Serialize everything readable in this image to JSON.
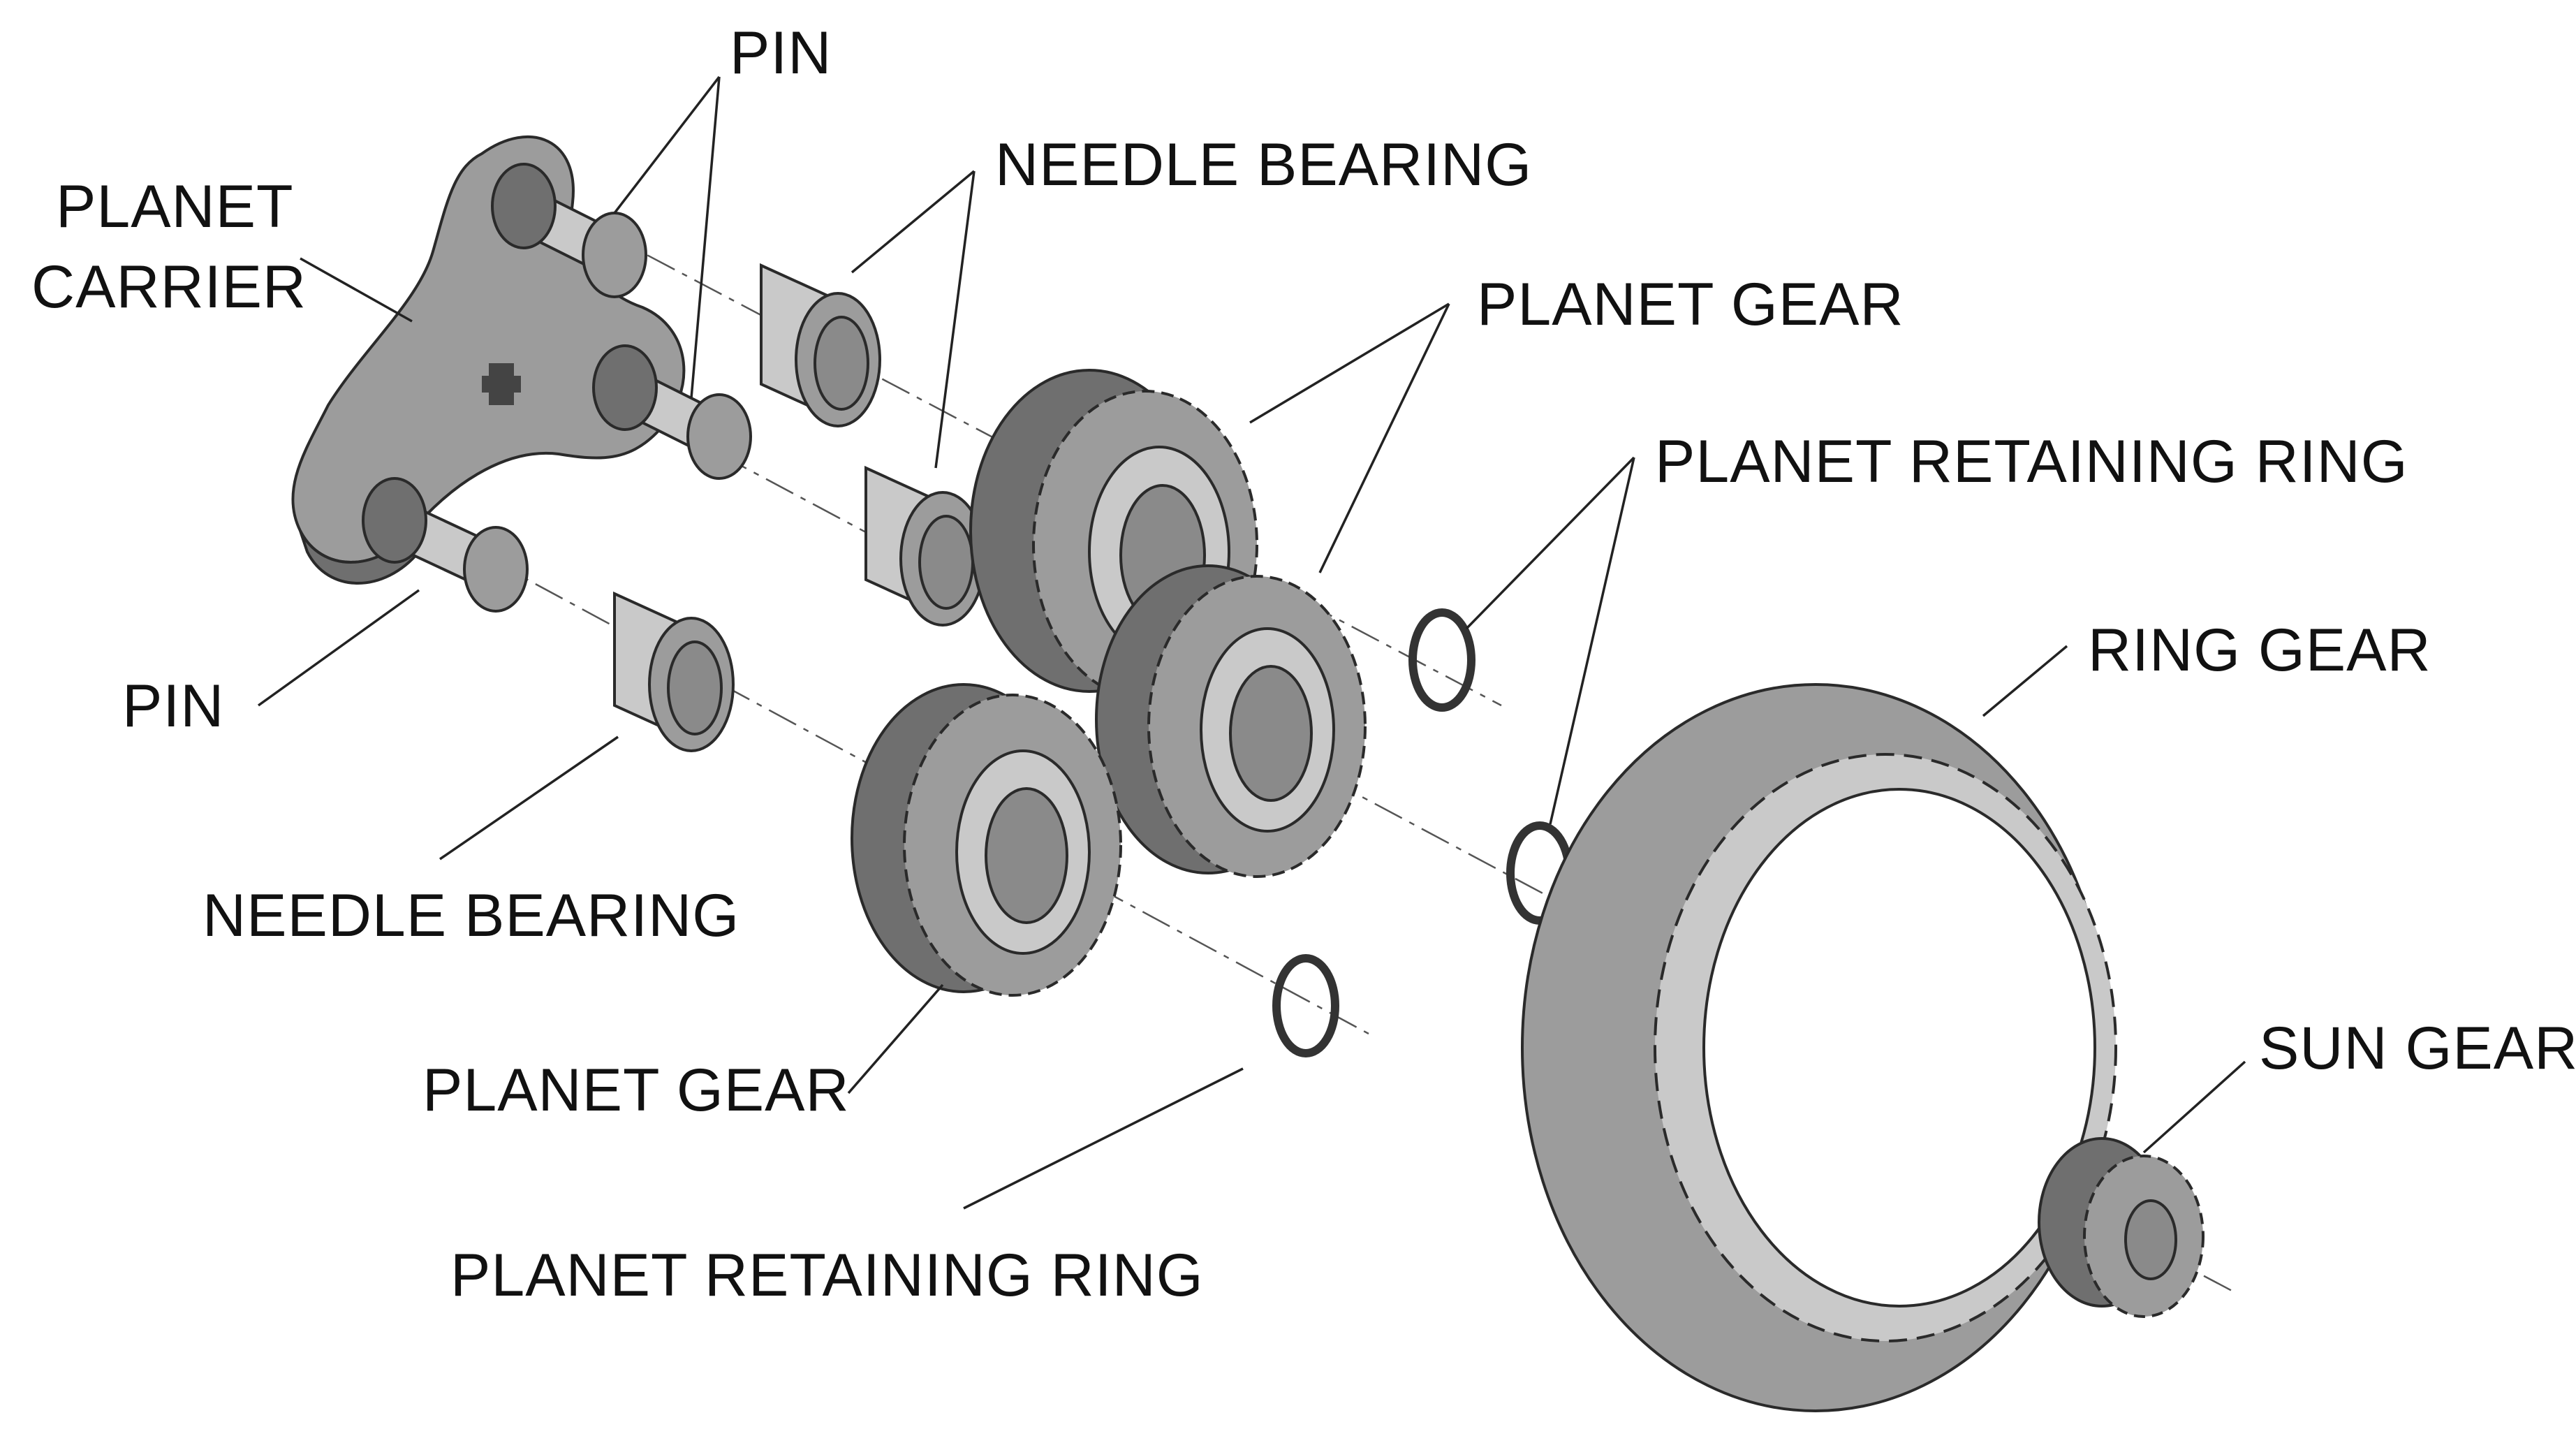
{
  "labels": {
    "pin_top": "PIN",
    "needle_bearing_top": "NEEDLE BEARING",
    "planet_carrier_line1": "PLANET",
    "planet_carrier_line2": "CARRIER",
    "planet_gear_top": "PLANET GEAR",
    "planet_retaining_ring_top": "PLANET RETAINING RING",
    "ring_gear": "RING GEAR",
    "pin_left": "PIN",
    "needle_bearing_bottom": "NEEDLE BEARING",
    "planet_gear_bottom": "PLANET GEAR",
    "sun_gear": "SUN GEAR",
    "planet_retaining_ring_bottom": "PLANET RETAINING RING"
  },
  "colors": {
    "background": "#ffffff",
    "text": "#111111",
    "part_shade_dark": "#6f6f6f",
    "part_shade_mid": "#9c9c9c",
    "part_shade_light": "#c9c9c9"
  }
}
